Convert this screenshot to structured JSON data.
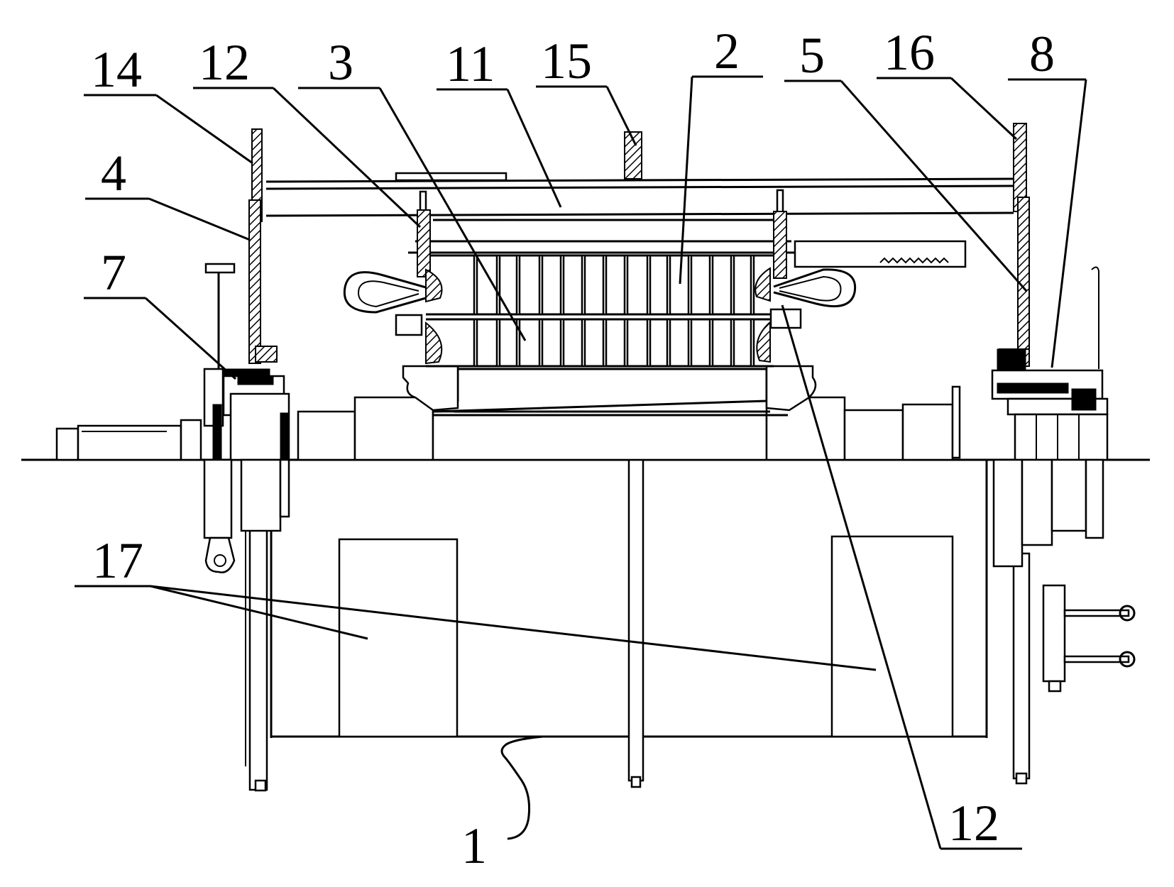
{
  "labels": {
    "l14": "14",
    "l12_top": "12",
    "l3": "3",
    "l11": "11",
    "l15": "15",
    "l2": "2",
    "l5": "5",
    "l16": "16",
    "l8": "8",
    "l4": "4",
    "l7": "7",
    "l17": "17",
    "l12_bottom": "12",
    "l1": "1"
  }
}
